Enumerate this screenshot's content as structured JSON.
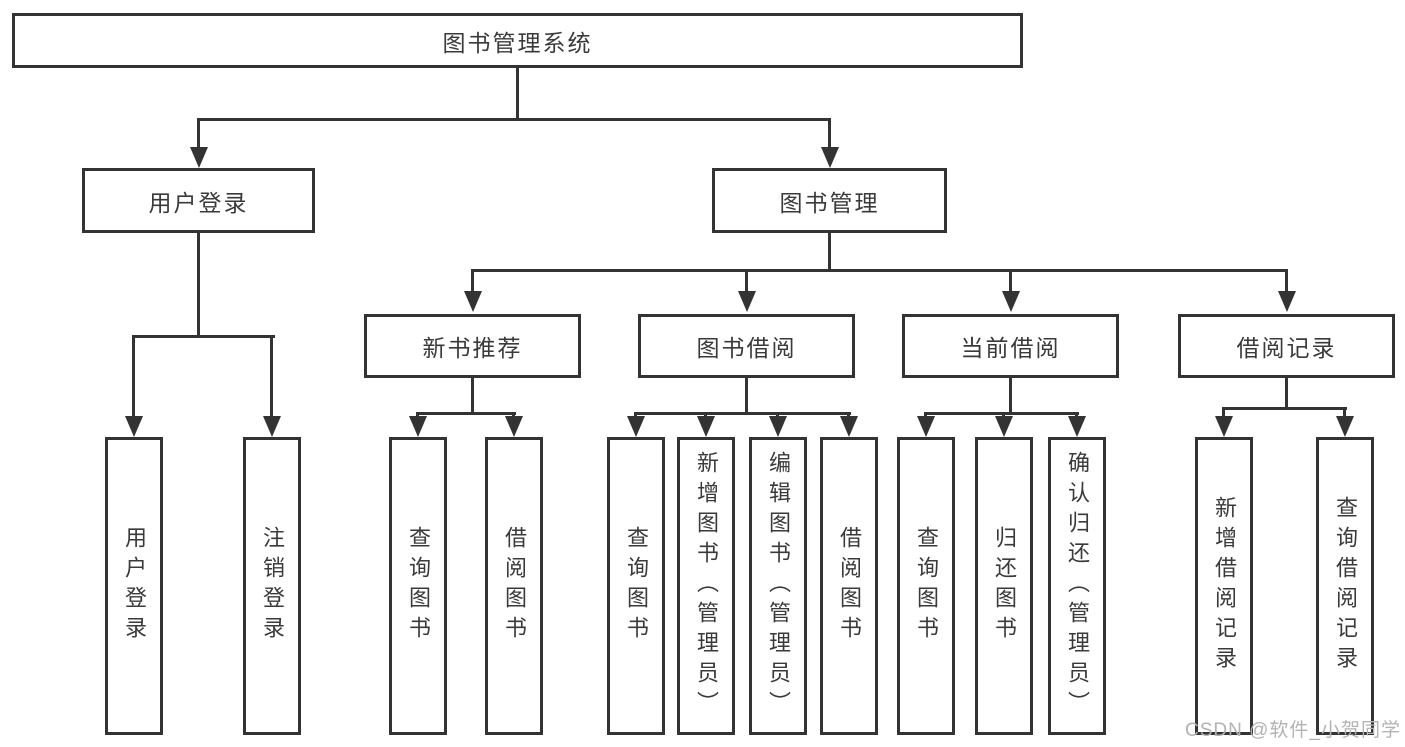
{
  "diagram_title": "图书管理系统",
  "tree": {
    "root": {
      "label": "图书管理系统",
      "children": [
        {
          "label": "用户登录",
          "children": [
            {
              "label": "用户登录"
            },
            {
              "label": "注销登录"
            }
          ]
        },
        {
          "label": "图书管理",
          "children": [
            {
              "label": "新书推荐",
              "children": [
                {
                  "label": "查询图书"
                },
                {
                  "label": "借阅图书"
                }
              ]
            },
            {
              "label": "图书借阅",
              "children": [
                {
                  "label": "查询图书"
                },
                {
                  "label": "新增图书（管理员）"
                },
                {
                  "label": "编辑图书（管理员）"
                },
                {
                  "label": "借阅图书"
                }
              ]
            },
            {
              "label": "当前借阅",
              "children": [
                {
                  "label": "查询图书"
                },
                {
                  "label": "归还图书"
                },
                {
                  "label": "确认归还（管理员）"
                }
              ]
            },
            {
              "label": "借阅记录",
              "children": [
                {
                  "label": "新增借阅记录"
                },
                {
                  "label": "查询借阅记录"
                }
              ]
            }
          ]
        }
      ]
    }
  },
  "watermark": {
    "text": "CSDN @软件_小贺同学"
  },
  "colors": {
    "line": "#333333",
    "text": "#3a3a3a",
    "background": "#ffffff",
    "watermark": "#b3b3b3"
  }
}
